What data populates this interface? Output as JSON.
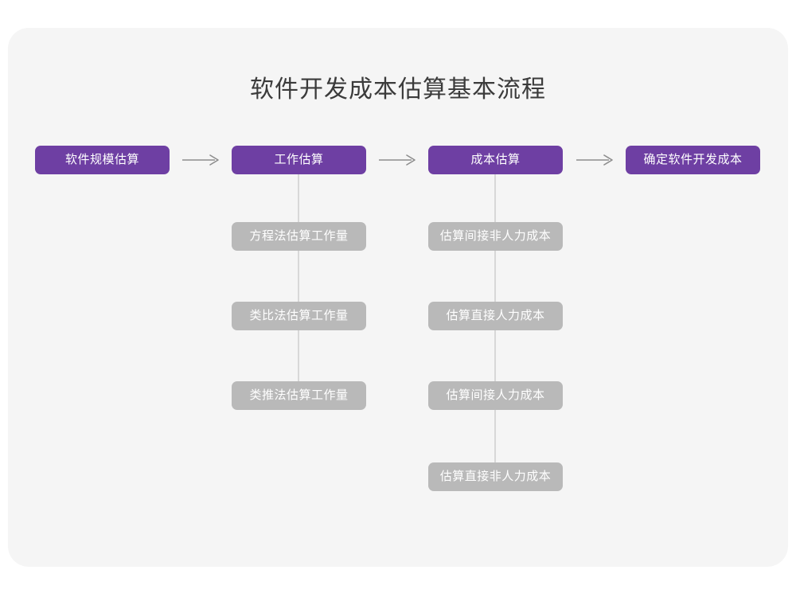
{
  "page": {
    "title": "软件开发成本估算基本流程",
    "background_color": "#ffffff",
    "card_color": "#f5f5f5",
    "accent_color": "#6e3fa3",
    "secondary_color": "#b9b9b9",
    "connector_color": "#d8d8d8",
    "title_color": "#3b3b3b"
  },
  "flow": {
    "main_steps": [
      {
        "label": "软件规模估算"
      },
      {
        "label": "工作估算"
      },
      {
        "label": "成本估算"
      },
      {
        "label": "确定软件开发成本"
      }
    ],
    "arrows": [
      {
        "name": "arrow-1",
        "glyph": "→"
      },
      {
        "name": "arrow-2",
        "glyph": "→"
      },
      {
        "name": "arrow-3",
        "glyph": "→"
      }
    ],
    "branches": [
      {
        "parent": "工作估算",
        "items": [
          {
            "label": "方程法估算工作量"
          },
          {
            "label": "类比法估算工作量"
          },
          {
            "label": "类推法估算工作量"
          }
        ]
      },
      {
        "parent": "成本估算",
        "items": [
          {
            "label": "估算间接非人力成本"
          },
          {
            "label": "估算直接人力成本"
          },
          {
            "label": "估算间接人力成本"
          },
          {
            "label": "估算直接非人力成本"
          }
        ]
      }
    ]
  }
}
